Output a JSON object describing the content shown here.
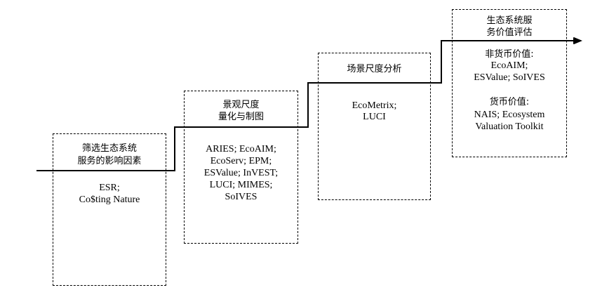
{
  "stages": [
    {
      "title": [
        "筛选生态系统",
        "服务的影响因素"
      ],
      "tools": [
        "ESR;",
        "Co$ting Nature"
      ]
    },
    {
      "title": [
        "景观尺度",
        "量化与制图"
      ],
      "tools": [
        "ARIES; EcoAIM;",
        "EcoServ; EPM;",
        "ESValue; InVEST;",
        "LUCI; MIMES;",
        "SoIVES"
      ]
    },
    {
      "title": [
        "场景尺度分析"
      ],
      "tools": [
        "EcoMetrix;",
        "LUCI"
      ]
    },
    {
      "title": [
        "生态系统服",
        "务价值评估"
      ],
      "groups": [
        {
          "label": "非货币价值:",
          "tools": [
            "EcoAIM;",
            "ESValue; SoIVES"
          ]
        },
        {
          "label": "货币价值:",
          "tools": [
            "NAIS; Ecosystem",
            "Valuation Toolkit"
          ]
        }
      ]
    }
  ],
  "colors": {
    "line": "#000000",
    "background": "#ffffff"
  },
  "icons": {
    "flow_arrow": "arrow-right-icon"
  }
}
